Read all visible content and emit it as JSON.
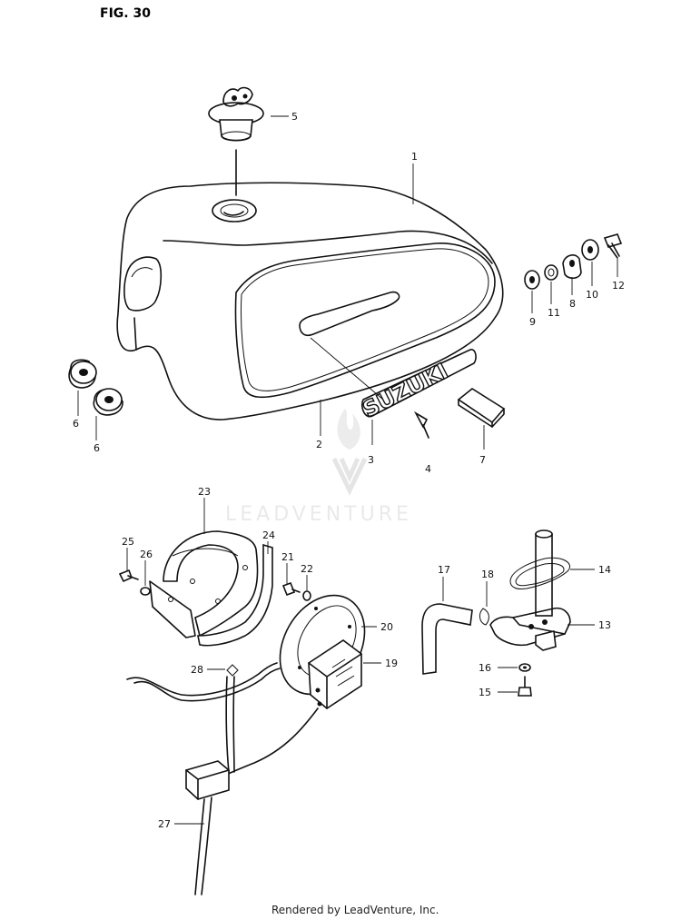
{
  "figure_label": "FIG. 30",
  "watermark": "LEADVENTURE",
  "footer": "Rendered by LeadVenture, Inc.",
  "badge_text": "SUZUKI",
  "callouts": {
    "c1": "1",
    "c2": "2",
    "c3": "3",
    "c4": "4",
    "c5": "5",
    "c6a": "6",
    "c6b": "6",
    "c7": "7",
    "c8": "8",
    "c9": "9",
    "c10": "10",
    "c11": "11",
    "c12": "12",
    "c13": "13",
    "c14": "14",
    "c15": "15",
    "c16": "16",
    "c17": "17",
    "c18": "18",
    "c19": "19",
    "c20": "20",
    "c21": "21",
    "c22": "22",
    "c23": "23",
    "c24": "24",
    "c25": "25",
    "c26": "26",
    "c27": "27",
    "c28": "28"
  }
}
